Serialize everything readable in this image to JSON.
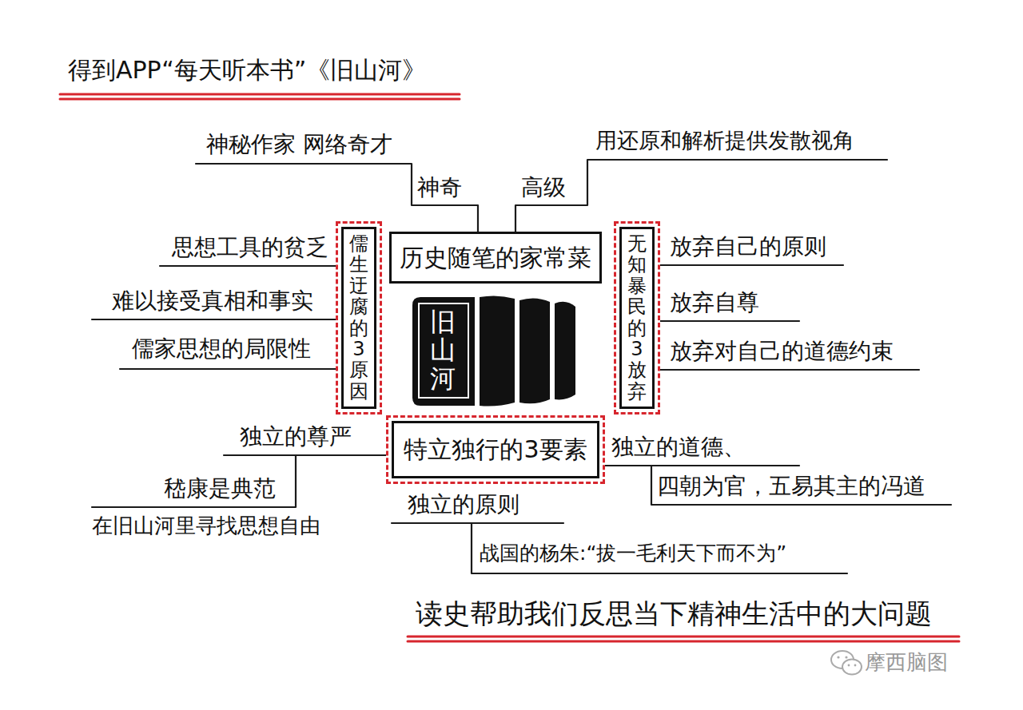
{
  "diagram": {
    "title": "得到APP“每天听本书”《旧山河》",
    "caption": "读史帮助我们反思当下精神生活中的大问题",
    "nodes": [
      {
        "text": [
          "历史随笔的家常菜"
        ]
      },
      {
        "text": [
          "儒生迂腐的3原因"
        ]
      },
      {
        "text": [
          "旧山河"
        ]
      },
      {
        "text": [
          "无知暴民的3放弃"
        ]
      },
      {
        "text": [
          "特立独行的3要素"
        ]
      }
    ],
    "labels": [
      "神奇",
      "神秘作家 网络奇才",
      "高级",
      "用还原和解析提供发散视角",
      "思想工具的贫乏",
      "难以接受真相和事实",
      "儒家思想的局限性",
      "放弃自己的原则",
      "放弃自尊",
      "放弃对自己的道德约束",
      "独立的尊严",
      "嵇康是典范",
      "在旧山河里寻找思想自由",
      "独立的原则",
      "战国的杨朱:“拔一毛利天下而不为”",
      "独立的道德、",
      "四朝为官，五易其主的冯道",
      "摩西脑图"
    ]
  }
}
